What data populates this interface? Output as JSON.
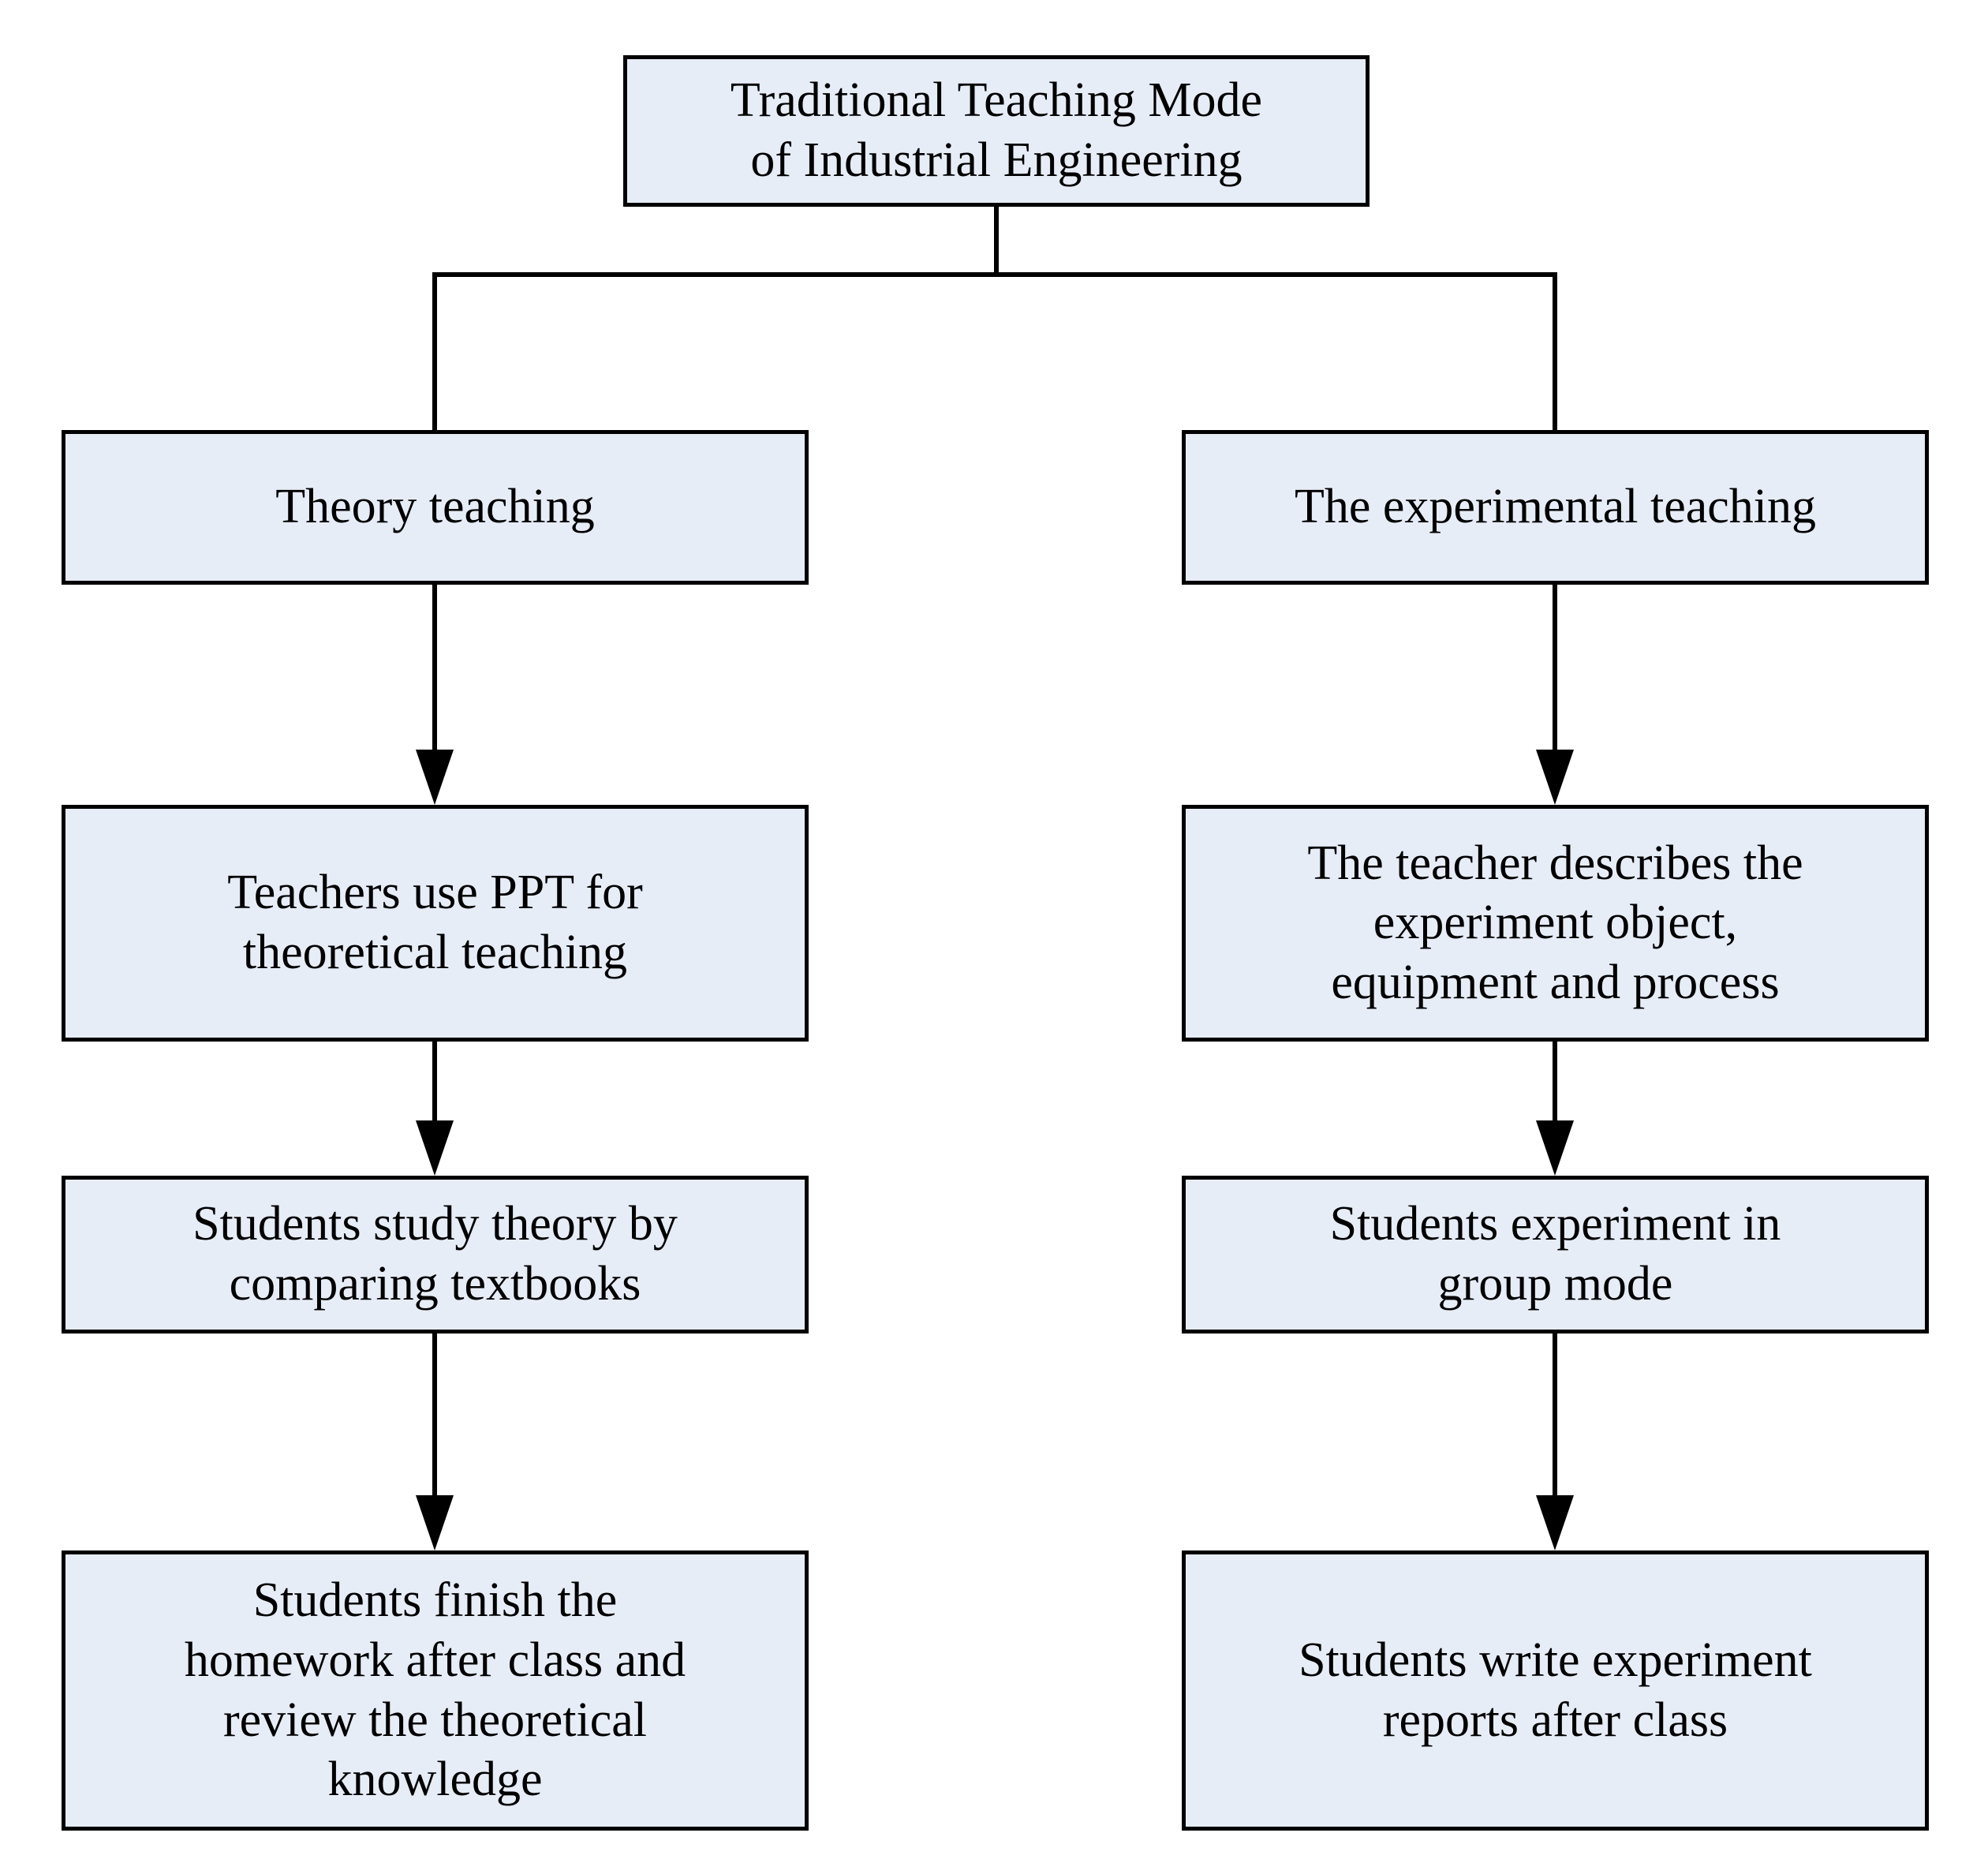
{
  "diagram": {
    "title": "Traditional Teaching Mode of Industrial Engineering",
    "type": "flowchart",
    "orientation": "top-down",
    "colors": {
      "node_fill": "#e7edf7",
      "node_border": "#000000",
      "connector": "#000000",
      "text": "#000000",
      "background": "#ffffff"
    },
    "root": {
      "id": "root",
      "label": "Traditional Teaching Mode\nof Industrial Engineering"
    },
    "branches": [
      {
        "id": "theory-branch",
        "head": {
          "id": "theory",
          "label": "Theory teaching"
        },
        "steps": [
          {
            "id": "ppt",
            "label": "Teachers use PPT for\ntheoretical teaching"
          },
          {
            "id": "textbooks",
            "label": "Students study theory by\ncomparing textbooks"
          },
          {
            "id": "homework",
            "label": "Students finish the\nhomework after class and\nreview the theoretical\nknowledge"
          }
        ]
      },
      {
        "id": "experimental-branch",
        "head": {
          "id": "experimental",
          "label": "The experimental teaching"
        },
        "steps": [
          {
            "id": "describes",
            "label": "The teacher describes the\nexperiment object,\nequipment and process"
          },
          {
            "id": "groupmode",
            "label": "Students experiment in\ngroup mode"
          },
          {
            "id": "reports",
            "label": "Students write experiment\nreports after class"
          }
        ]
      }
    ],
    "connectors": {
      "root_to_branches": "split",
      "arrow_style": "solid-filled-triangle"
    }
  }
}
